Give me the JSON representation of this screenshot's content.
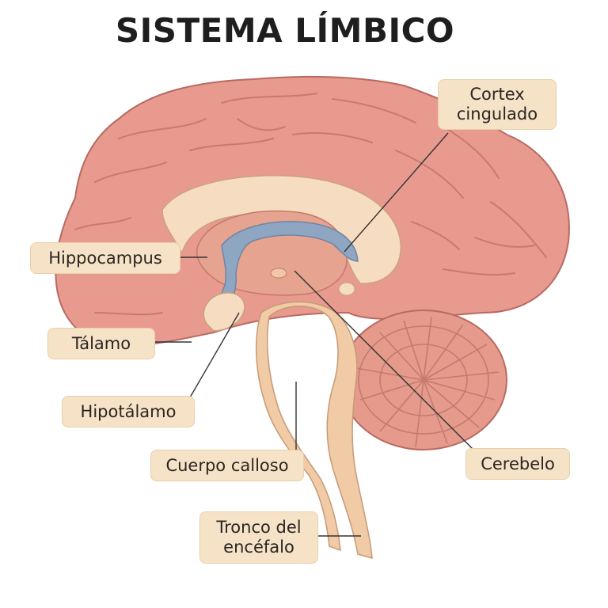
{
  "title": "SISTEMA LÍMBICO",
  "labels": {
    "cortex_cingulado": "Cortex\ncingulado",
    "hippocampus": "Hippocampus",
    "talamo": "Tálamo",
    "hipotalamo": "Hipotálamo",
    "cuerpo_calloso": "Cuerpo calloso",
    "cerebelo": "Cerebelo",
    "tronco_del_encefalo": "Tronco del\nencéfalo"
  },
  "colors": {
    "cortex": "#e89a8e",
    "cortex_outline": "#b86a62",
    "corpus_band": "#f6dcc0",
    "inner_region": "#e6a38f",
    "blue_structure": "#8fa6c2",
    "cerebellum": "#e59a8c",
    "brainstem": "#f1caa6",
    "label_bg": "#f6e3c7",
    "leader_line": "#333333"
  }
}
